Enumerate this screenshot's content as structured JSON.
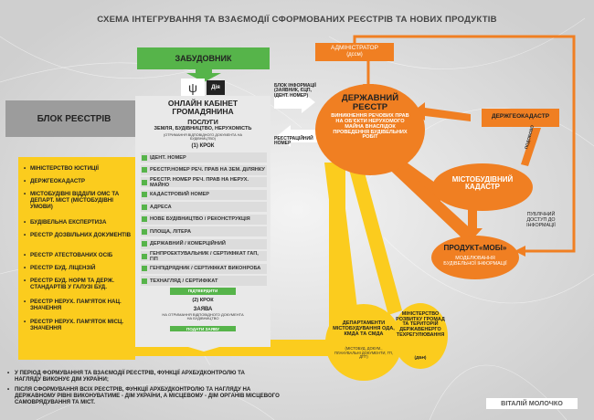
{
  "title": "СХЕМА ІНТЕГРУВАННЯ ТА ВЗАЄМОДІЇ СФОРМОВАНИХ РЕЄСТРІВ ТА НОВИХ ПРОДУКТІВ",
  "developer": "ЗАБУДОВНИК",
  "diia": "Дія",
  "admin": {
    "line1": "АДМІНІСТРАТОР",
    "line2": "(дссм)"
  },
  "register_block": {
    "title": "БЛОК РЕЄСТРІВ",
    "items": [
      "МІНІСТЕРСТВО ЮСТИЦІЇ",
      "ДЕРЖГЕОКАДАСТР",
      "МІСТОБУДІВНІ ВІДДІЛИ ОМС ТА ДЕПАРТ. МІСТ (МІСТОБУДІВНІ УМОВИ)",
      "БУДІВЕЛЬНА ЕКСПЕРТИЗА",
      "РЕЄСТР ДОЗВІЛЬНИХ ДОКУМЕНТІВ",
      "РЕЄСТР АТЕСТОВАНИХ ОСІБ",
      "РЕЄСТР БУД. ЛІЦЕНЗІЙ",
      "РЕЄСТР БУД. НОРМ ТА ДЕРЖ. СТАНДАРТІВ У ГАЛУЗІ БУД.",
      "РЕЄСТР НЕРУХ. ПАМ'ЯТОК НАЦ. ЗНАЧЕННЯ",
      "РЕЄСТР НЕРУХ. ПАМ'ЯТОК МІСЦ. ЗНАЧЕННЯ"
    ]
  },
  "cabinet": {
    "title": "ОНЛАЙН КАБІНЕТ ГРОМАДЯНИНА",
    "services": "ПОСЛУГИ",
    "services_sub": "ЗЕМЛЯ, БУДІВНИЦТВО, НЕРУХОМІСТЬ",
    "services_note": "(ОТРИМАННЯ ВІДПОВІДНОГО ДОКУМЕНТА НА БУДІВНИЦТВО)",
    "step1": "(1) КРОК",
    "rows": [
      "ІДЕНТ. НОМЕР",
      "РЕЄСТР.НОМЕР РЕЧ. ПРАВ НА ЗЕМ. ДІЛЯНКУ",
      "РЕЄСТР. НОМЕР РЕЧ. ПРАВ НА НЕРУХ. МАЙНО",
      "КАДАСТРОВИЙ НОМЕР",
      "АДРЕСА",
      "НОВЕ БУДІВНИЦТВО / РЕКОНСТРУКЦІЯ",
      "ПЛОЩА, ЛІТЕРА",
      "ДЕРЖАВНИЙ / КОМЕРЦІЙНИЙ",
      "ГЕНПРОЕКТУВАЛЬНИК / СЕРТИФІКАТ ГАП, ГІП",
      "ГЕНПІДРЯДНИК / СЕРТИФІКАТ ВИКОНРОБА",
      "ТЕХНАГЛЯД / СЕРТИФІКАТ"
    ],
    "confirm": "ПІДТВЕРДИТИ",
    "step2": "(2) КРОК",
    "application": "ЗАЯВА",
    "application_note": "НА ОТРИМАННЯ ВІДПОВІДНОГО ДОКУМЕНТА НА БУДІВНИЦТВО",
    "submit": "ПОДАТИ ЗАЯВУ"
  },
  "info_block": "БЛОК ІНФОРМАЦІЇ (ЗАЯВНИК, ЄЦП, ІДЕНТ. НОМЕР)",
  "registration_number": "РЕЄСТРАЦІЙНИЙ НОМЕР",
  "state_register": {
    "title": "ДЕРЖАВНИЙ РЕЄСТР",
    "text": "ВИНИКНЕННЯ РЕЧОВИХ ПРАВ НА ОБ'ЄКТИ НЕРУХОМОГО МАЙНА ВНАСЛІДОК ПРОВЕДЕННЯ БУДІВЕЛЬНИХ РОБІТ"
  },
  "derzhgeokadastr": "ДЕРЖГЕОКАДАСТР",
  "podobovo": "ПОДОБОВО",
  "urban_cadastre": "МІСТОБУДІВНИЙ КАДАСТР",
  "public_access": "ПУБЛІЧНИЙ ДОСТУП ДО ІНФОРМАЦІЇ",
  "product": {
    "title": "ПРОДУКТ«МОБІ»",
    "sub": "МОДЕЛЮВАННЯ БУДІВЕЛЬНОЇ ІНФОРМАЦІЇ"
  },
  "departments": {
    "title": "ДЕПАРТАМЕНТИ МІСТОБУДУВАННЯ ОДА, КМДА ТА СМДА",
    "sub": "(МІСТОБУД. ДОКУМ., ПЛАНУВАЛЬНІ ДОКУМЕНТИ, ГП, ДПТ)"
  },
  "ministry": {
    "title": "МІНІСТЕРСТВО РОЗВИТКУ ГРОМАД ТА ТЕРИТОРІЙ ДЕРЖАВЕНЕРГО ТЕХРЕГУЛЮВАННЯ",
    "sub": "(ДБН)"
  },
  "notes": [
    "У ПЕРІОД ФОРМУВАННЯ ТА ВЗАЄМОДІЇ РЕЄСТРІВ, ФУНКЦІЇ АРХБУДКОНТРОЛЮ ТА НАГЛЯДУ ВИКОНУЄ ДІМ УКРАЇНИ;",
    "ПІСЛЯ СФОРМУВАННЯ ВСІХ РЕЄСТРІВ, ФУНКЦІЇ АРХБУДКОНТРОЛЮ ТА НАГЛЯДУ НА ДЕРЖАВНОМУ РІВНІ ВИКОНУВАТИМЕ - ДІМ УКРАЇНИ, А МІСЦЕВОМУ - ДІМ ОРГАНІВ МІСЦЕВОГО САМОВРЯДУВАННЯ ТА МІСТ."
  ],
  "author": "ВІТАЛІЙ МОЛОЧКО",
  "colors": {
    "orange": "#f07f22",
    "yellow": "#fbcc1e",
    "green": "#56b44a",
    "gray": "#9c9c9c"
  }
}
